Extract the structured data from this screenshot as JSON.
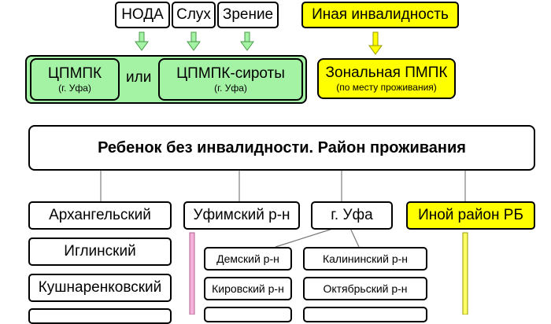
{
  "top_boxes": {
    "noda": "НОДА",
    "sluh": "Слух",
    "zrenie": "Зрение",
    "inaya": "Иная инвалидность"
  },
  "green_group": {
    "cpmpk": {
      "title": "ЦПМПК",
      "sub": "(г. Уфа)"
    },
    "connector": "или",
    "cpmpk_siroty": {
      "title": "ЦПМПК-сироты",
      "sub": "(г. Уфа)"
    }
  },
  "zonal": {
    "title": "Зональная ПМПК",
    "sub": "(по месту проживания)"
  },
  "main_box": "Ребенок без инвалидности. Район проживания",
  "column1": [
    "Архангельский",
    "Иглинский",
    "Кушнаренковский"
  ],
  "column2_header": "Уфимский р-н",
  "column3_header": "г. Уфа",
  "ufa_districts": {
    "left": [
      "Демский р-н",
      "Кировский р-н"
    ],
    "right": [
      "Калининский р-н",
      "Октябрьский р-н"
    ]
  },
  "column4_header": "Иной район РБ",
  "colors": {
    "green": "#a4f2a4",
    "yellow": "#ffff00",
    "pink_bar": "#f5b2d9",
    "yellow_bar": "#ffff66",
    "arrow_green": "#a4f2a4"
  }
}
